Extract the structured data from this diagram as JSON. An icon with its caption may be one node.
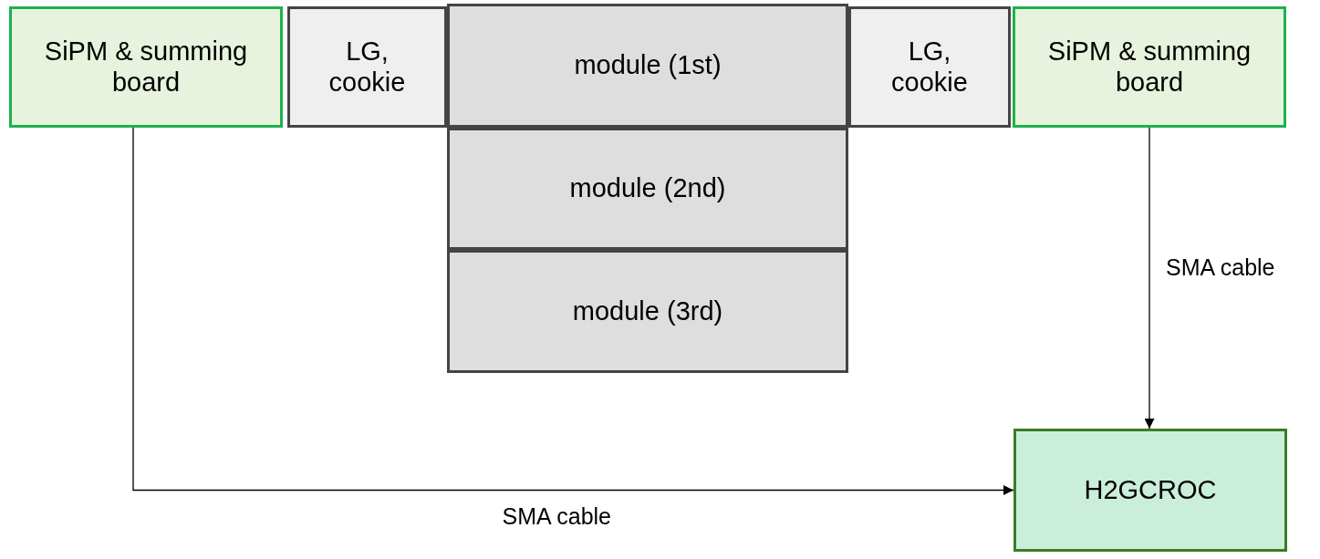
{
  "diagram": {
    "nodes": [
      {
        "text": [
          "SiPM & summing board"
        ]
      },
      {
        "text": [
          "LG, cookie"
        ]
      },
      {
        "text": [
          "module (1st)"
        ]
      },
      {
        "text": [
          "module (2nd)"
        ]
      },
      {
        "text": [
          "module (3rd)"
        ]
      },
      {
        "text": [
          "LG, cookie"
        ]
      },
      {
        "text": [
          "SiPM & summing board"
        ]
      },
      {
        "text": [
          "H2GCROC"
        ]
      }
    ],
    "edges": [
      {
        "from": 0,
        "to": 7,
        "arrow": "to",
        "label": "SMA cable"
      },
      {
        "from": 6,
        "to": 7,
        "arrow": "to",
        "label": "SMA cable"
      }
    ]
  }
}
